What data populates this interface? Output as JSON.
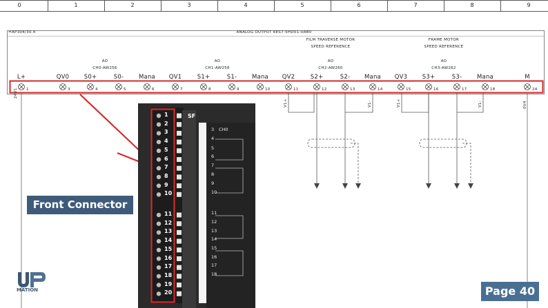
{
  "ruler": [
    "0",
    "1",
    "2",
    "3",
    "4",
    "5",
    "6",
    "7",
    "8",
    "9"
  ],
  "header": {
    "left_ref": "=AP304/30.4",
    "module_title": "ANALOG OUTPUT 6ES7-5HD01-0AB0"
  },
  "motors": [
    {
      "line1": "FILM TRAVERSE MOTOR",
      "line2": "SPEED REFERENCE"
    },
    {
      "line1": "FRAME MOTOR",
      "line2": "SPEED REFERENCE"
    }
  ],
  "channels": [
    {
      "ao": "AO",
      "addr": "CH0-AW256"
    },
    {
      "ao": "AO",
      "addr": "CH1-AW258"
    },
    {
      "ao": "AO",
      "addr": "CH2-AW260"
    },
    {
      "ao": "AO",
      "addr": "CH3-AW262"
    }
  ],
  "terminals": [
    {
      "name": "L+",
      "num": "1"
    },
    {
      "name": "QV0",
      "num": "3"
    },
    {
      "name": "S0+",
      "num": "4"
    },
    {
      "name": "S0-",
      "num": "5"
    },
    {
      "name": "Mana",
      "num": "6"
    },
    {
      "name": "QV1",
      "num": "7"
    },
    {
      "name": "S1+",
      "num": "8"
    },
    {
      "name": "S1-",
      "num": "9"
    },
    {
      "name": "Mana",
      "num": "10"
    },
    {
      "name": "QV2",
      "num": "11"
    },
    {
      "name": "S2+",
      "num": "12"
    },
    {
      "name": "S2-",
      "num": "13"
    },
    {
      "name": "Mana",
      "num": "14"
    },
    {
      "name": "QV3",
      "num": "15"
    },
    {
      "name": "S3+",
      "num": "16"
    },
    {
      "name": "S3-",
      "num": "17"
    },
    {
      "name": "Mana",
      "num": "18"
    },
    {
      "name": "M",
      "num": "24"
    }
  ],
  "wire_labels": {
    "left": "24V1",
    "right": "0V4",
    "v1": "V1+",
    "v2": "V1-",
    "v3": "V1+",
    "v4": "V1-"
  },
  "module": {
    "sf": "SF",
    "pins_top": [
      "1",
      "2",
      "3",
      "4",
      "5",
      "6",
      "7",
      "8",
      "9",
      "10"
    ],
    "pins_bottom": [
      "11",
      "12",
      "13",
      "14",
      "15",
      "16",
      "17",
      "18",
      "19",
      "20"
    ],
    "ch_numbers_top": [
      "3",
      "4",
      "5",
      "6",
      "7",
      "8",
      "9",
      "10"
    ],
    "ch_numbers_bottom": [
      "11",
      "12",
      "13",
      "14",
      "15",
      "16",
      "17",
      "18"
    ],
    "ch_label": "CH0"
  },
  "front_connector_label": "Front Connector",
  "page_label": "Page 40",
  "logo_text": "MATION",
  "colors": {
    "highlight": "#d42a2a",
    "label_bg": "#3f5b7a",
    "page_bg": "#4a6f92",
    "module": "#2b2b2b"
  }
}
